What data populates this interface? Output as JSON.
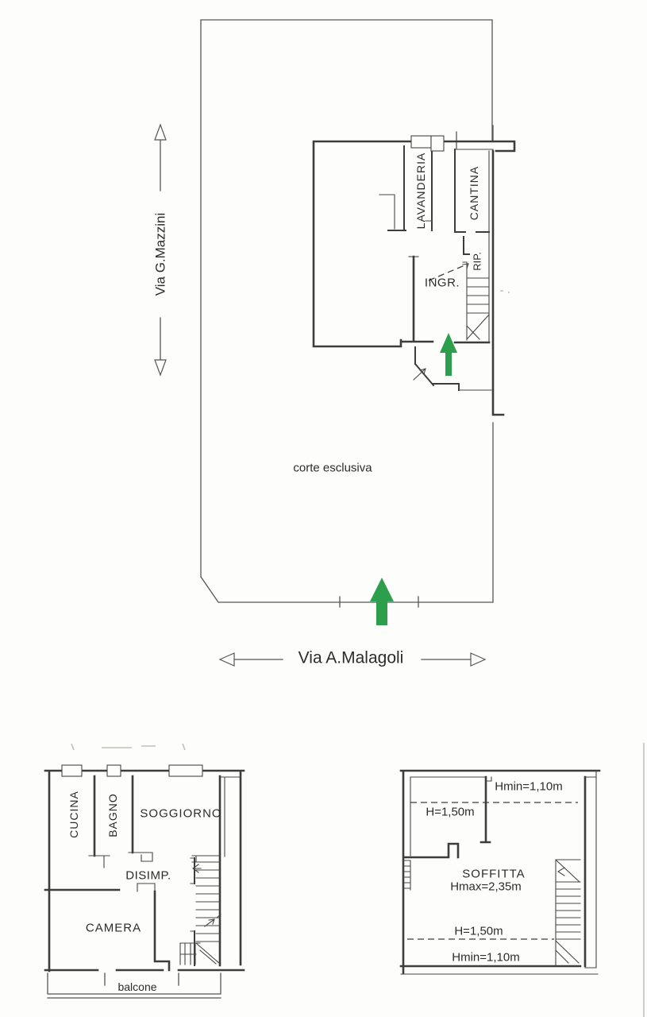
{
  "colors": {
    "ink": "#3d3d3d",
    "green_arrow": "#2d9e4b",
    "paper": "#fdfdfc"
  },
  "site_plan": {
    "street_vertical": "Via G.Mazzini",
    "street_horizontal": "Via A.Malagoli",
    "courtyard_label": "corte esclusiva",
    "room_labels": {
      "laundry": "LAVANDERIA",
      "cellar": "CANTINA",
      "entrance": "INGR.",
      "storage": "RIP."
    }
  },
  "apartment_plan": {
    "room_labels": {
      "kitchen": "CUCINA",
      "bathroom": "BAGNO",
      "living_room": "SOGGIORNO",
      "hallway": "DISIMP.",
      "bedroom": "CAMERA",
      "balcony": "balcone"
    }
  },
  "attic_plan": {
    "room_label": "SOFFITTA",
    "height_labels": {
      "hmin_upper": "Hmin=1,10m",
      "h150_upper": "H=1,50m",
      "hmax": "Hmax=2,35m",
      "h150_lower": "H=1,50m",
      "hmin_lower": "Hmin=1,10m"
    }
  }
}
